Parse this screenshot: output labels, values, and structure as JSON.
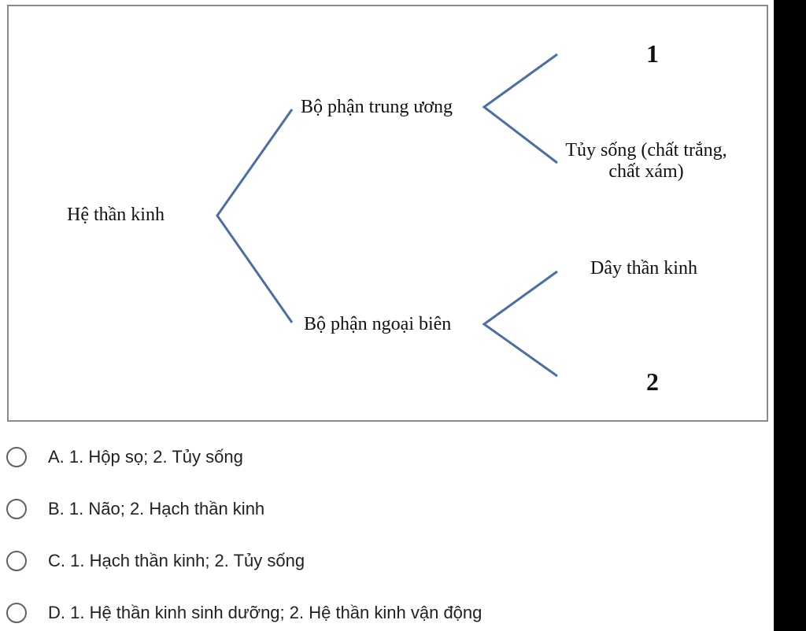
{
  "diagram": {
    "root": "Hệ thần kinh",
    "central": "Bộ phận trung ương",
    "peripheral": "Bộ phận ngoại biên",
    "central_children": [
      "1",
      "Tủy sống (chất trắng, chất xám)"
    ],
    "peripheral_children": [
      "Dây thần kinh",
      "2"
    ],
    "line_color": "#4a6fa5"
  },
  "options": [
    {
      "label": "A. 1. Hộp sọ; 2. Tủy sống"
    },
    {
      "label": "B. 1. Não; 2. Hạch thần kinh"
    },
    {
      "label": "C. 1. Hạch thần kinh; 2. Tủy sống"
    },
    {
      "label": "D. 1. Hệ thần kinh sinh dưỡng; 2. Hệ thần kinh vận động"
    }
  ]
}
